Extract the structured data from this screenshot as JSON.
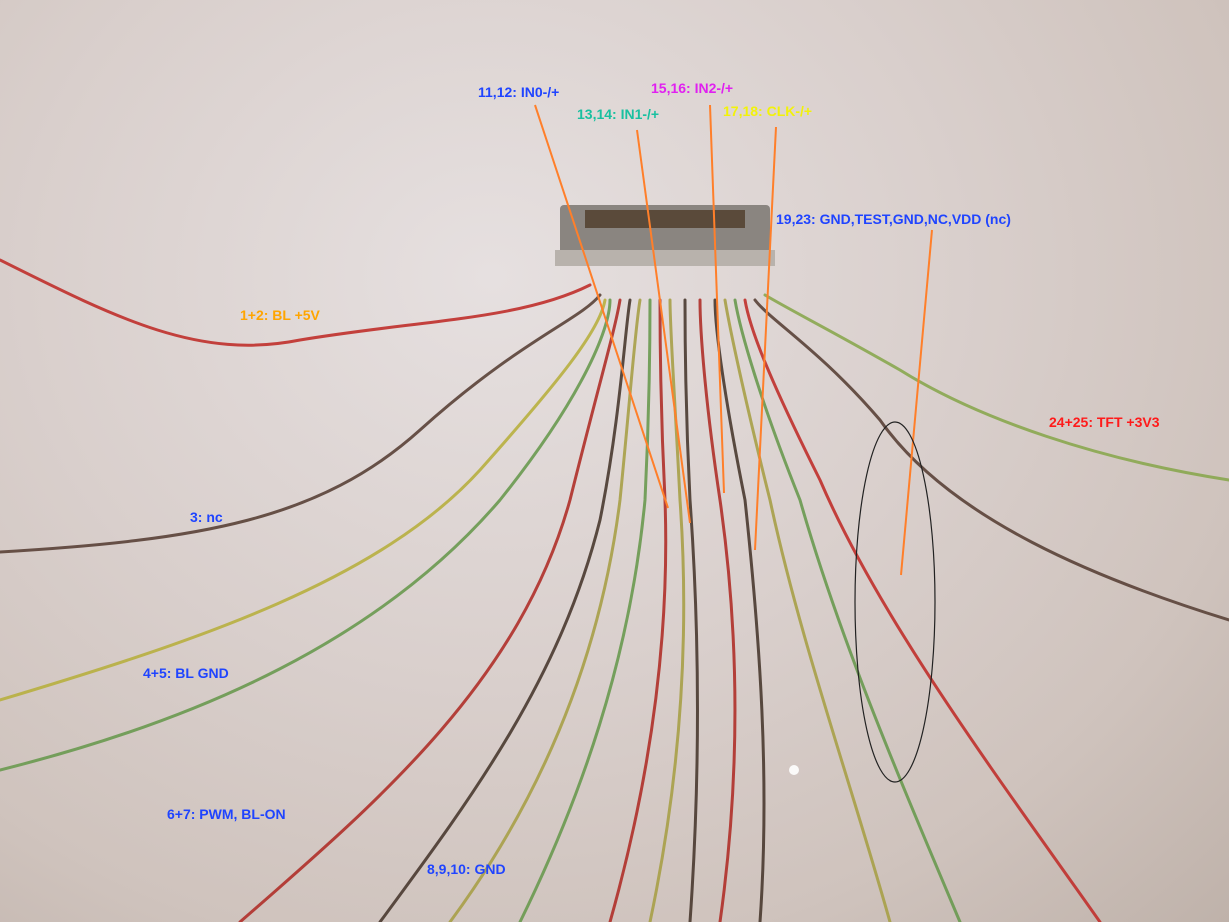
{
  "title": "FFC connector wire pinout",
  "labels": [
    {
      "id": "in0",
      "text": "11,12: IN0-/+",
      "color": "#1f44ff"
    },
    {
      "id": "in1",
      "text": "13,14: IN1-/+",
      "color": "#19c0a0"
    },
    {
      "id": "in2",
      "text": "15,16: IN2-/+",
      "color": "#e020f0"
    },
    {
      "id": "clk",
      "text": "17,18: CLK-/+",
      "color": "#f2f20a"
    },
    {
      "id": "misc",
      "text": "19,23: GND,TEST,GND,NC,VDD (nc)",
      "color": "#1f44ff"
    },
    {
      "id": "bl5v",
      "text": "1+2: BL +5V",
      "color": "#ffa500"
    },
    {
      "id": "nc3",
      "text": "3: nc",
      "color": "#1f44ff"
    },
    {
      "id": "tft",
      "text": "24+25: TFT +3V3",
      "color": "#ff1a1a"
    },
    {
      "id": "blgnd",
      "text": "4+5: BL GND",
      "color": "#1f44ff"
    },
    {
      "id": "pwm",
      "text": "6+7: PWM, BL-ON",
      "color": "#1f44ff"
    },
    {
      "id": "gnd",
      "text": "8,9,10: GND",
      "color": "#1f44ff"
    }
  ],
  "pointer_color": "#ff7f2a"
}
